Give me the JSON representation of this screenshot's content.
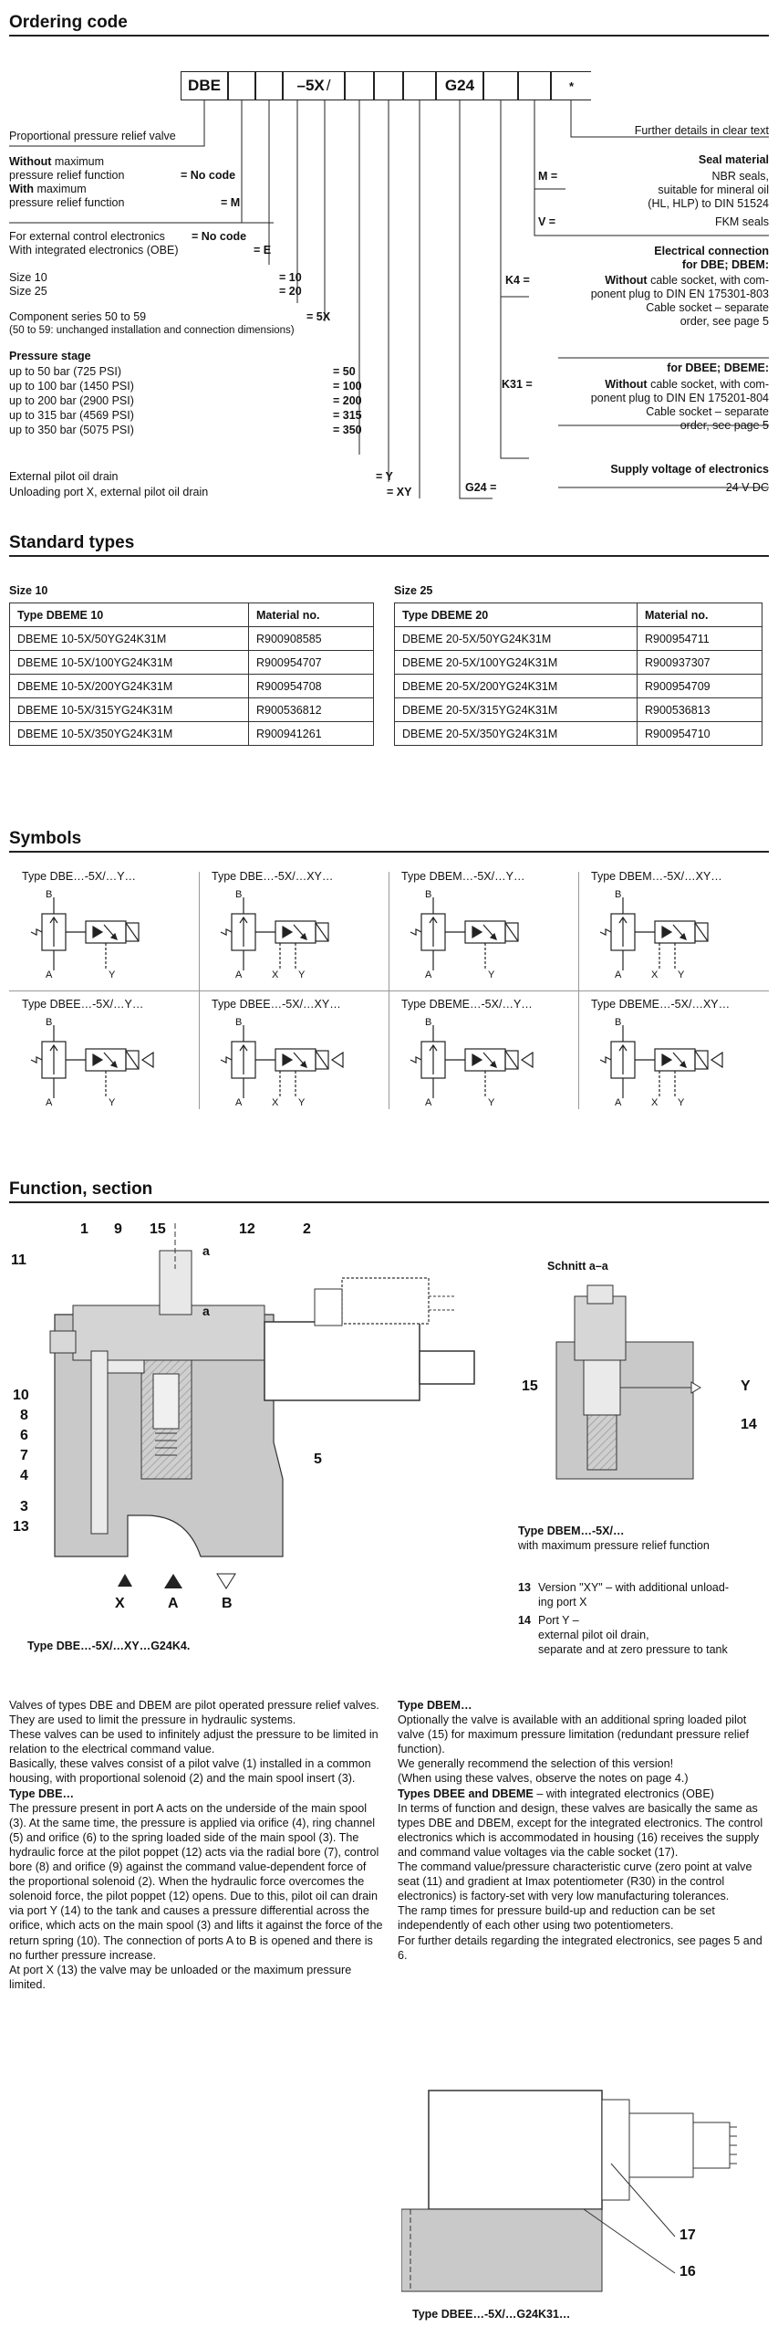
{
  "ordering": {
    "title": "Ordering code",
    "codes": [
      "DBE",
      "",
      "",
      "–5X",
      "/",
      "",
      "G24",
      "",
      "",
      "*"
    ],
    "left": {
      "proportional": "Proportional pressure relief valve",
      "without_l1": "Without",
      "without_l1b": " maximum",
      "without_l2": "pressure relief function",
      "without_code": "= No code",
      "with_l1": "With",
      "with_l1b": " maximum",
      "with_l2": "pressure relief function",
      "with_code": "= M",
      "ext_control": "For external control electronics",
      "ext_control_code": "= No code",
      "obe": "With integrated electronics (OBE)",
      "obe_code": "= E",
      "size10": "Size 10",
      "size10_code": "= 10",
      "size25": "Size 25",
      "size25_code": "= 20",
      "component": "Component series 50 to 59",
      "component_code": "= 5X",
      "component_note": "(50 to 59: unchanged installation and connection dimensions)",
      "pressure_stage": "Pressure stage",
      "stages": [
        {
          "label": "up to  50 bar (725 PSI)",
          "code": "= 50"
        },
        {
          "label": "up to 100 bar (1450 PSI)",
          "code": "= 100"
        },
        {
          "label": "up to 200 bar (2900 PSI)",
          "code": "= 200"
        },
        {
          "label": "up to 315 bar (4569 PSI)",
          "code": "= 315"
        },
        {
          "label": "up to 350 bar (5075 PSI)",
          "code": "= 350"
        }
      ],
      "ext_drain": "External pilot oil drain",
      "ext_drain_code": "= Y",
      "unloading": "Unloading port X, external pilot oil drain",
      "unloading_code": "= XY"
    },
    "right": {
      "further": "Further details in clear text",
      "seal_title": "Seal material",
      "m_key": "M =",
      "m_l1": "NBR seals,",
      "m_l2": "suitable for mineral oil",
      "m_l3": "(HL, HLP) to DIN 51524",
      "v_key": "V =",
      "v_l1": "FKM seals",
      "elec_title": "Electrical connection",
      "elec_sub1": "for DBE; DBEM:",
      "k4_key": "K4 =",
      "k4_l1a": "Without",
      "k4_l1b": " cable socket, with com-",
      "k4_l2": "ponent plug to DIN EN 175301-803",
      "k4_l3": "Cable socket – separate",
      "k4_l4": "order, see page 5",
      "elec_sub2": "for DBEE; DBEME:",
      "k31_key": "K31 =",
      "k31_l1a": "Without",
      "k31_l1b": " cable socket, with com-",
      "k31_l2": "ponent plug to DIN EN 175201-804",
      "k31_l3": "Cable socket – separate",
      "k31_l4": "order, see page 5",
      "supply_title": "Supply voltage of electronics",
      "g24_key": "G24 =",
      "g24_val": "24 V DC"
    }
  },
  "standard": {
    "title": "Standard types",
    "size10_label": "Size 10",
    "size25_label": "Size 25",
    "table10": {
      "headers": [
        "Type DBEME 10",
        "Material no."
      ],
      "rows": [
        [
          "DBEME 10-5X/50YG24K31M",
          "R900908585"
        ],
        [
          "DBEME 10-5X/100YG24K31M",
          "R900954707"
        ],
        [
          "DBEME 10-5X/200YG24K31M",
          "R900954708"
        ],
        [
          "DBEME 10-5X/315YG24K31M",
          "R900536812"
        ],
        [
          "DBEME 10-5X/350YG24K31M",
          "R900941261"
        ]
      ]
    },
    "table25": {
      "headers": [
        "Type DBEME 20",
        "Material no."
      ],
      "rows": [
        [
          "DBEME 20-5X/50YG24K31M",
          "R900954711"
        ],
        [
          "DBEME 20-5X/100YG24K31M",
          "R900937307"
        ],
        [
          "DBEME 20-5X/200YG24K31M",
          "R900954709"
        ],
        [
          "DBEME 20-5X/315YG24K31M",
          "R900536813"
        ],
        [
          "DBEME 20-5X/350YG24K31M",
          "R900954710"
        ]
      ]
    }
  },
  "symbols": {
    "title": "Symbols",
    "cells": [
      {
        "label": "Type DBE…-5X/…Y…",
        "xy": false
      },
      {
        "label": "Type DBE…-5X/…XY…",
        "xy": true
      },
      {
        "label": "Type DBEM…-5X/…Y…",
        "xy": false
      },
      {
        "label": "Type DBEM…-5X/…XY…",
        "xy": true
      },
      {
        "label": "Type DBEE…-5X/…Y…",
        "xy": false
      },
      {
        "label": "Type DBEE…-5X/…XY…",
        "xy": true
      },
      {
        "label": "Type DBEME…-5X/…Y…",
        "xy": false
      },
      {
        "label": "Type DBEME…-5X/…XY…",
        "xy": true
      }
    ],
    "port_a": "A",
    "port_b": "B",
    "port_x": "X",
    "port_y": "Y"
  },
  "function": {
    "title": "Function, section",
    "callouts": [
      "1",
      "9",
      "15",
      "12",
      "2",
      "11",
      "10",
      "8",
      "6",
      "7",
      "4",
      "3",
      "13",
      "5",
      "a",
      "a"
    ],
    "ports": [
      "X",
      "A",
      "B"
    ],
    "caption_main": "Type DBE…-5X/…XY…G24K4.",
    "schnitt": "Schnitt a–a",
    "sect_15": "15",
    "sect_14": "14",
    "sect_y": "Y",
    "sect_caption1": "Type DBEM…-5X/…",
    "sect_caption2": "with maximum pressure relief function",
    "note13_num": "13",
    "note13_text": "Version \"XY\" – with additional unload-",
    "note13_text2": "ing port X",
    "note14_num": "14",
    "note14_text": "Port Y –",
    "note14_text2": "external pilot oil drain,",
    "note14_text3": "separate and at zero pressure to tank"
  },
  "body": {
    "left": [
      "Valves of types DBE and DBEM are pilot operated pressure relief valves. They are used to limit the pressure in hydraulic systems.",
      "These valves can be used to infinitely adjust the pressure to be limited in relation to the electrical command value.",
      "Basically, these valves consist of a pilot valve (1) installed in a common housing, with proportional solenoid (2) and the main spool insert (3).",
      "Type DBE…",
      "The pressure present in port A acts on the underside of the main spool (3). At the same time, the pressure is applied via orifice (4), ring channel (5) and orifice (6) to the spring loaded side of the main spool (3). The hydraulic force at the pilot poppet (12) acts via the radial bore (7), control bore (8) and orifice (9) against the command value-dependent force of the proportional solenoid (2). When the hydraulic force overcomes the solenoid force, the pilot poppet (12) opens. Due to this, pilot oil can drain via port Y (14) to the tank and causes a pressure differential across the orifice, which acts on the main spool (3) and lifts it against the force of the return spring (10). The connection of ports A to B is opened and there is no further pressure increase.",
      "At port X (13) the valve may be unloaded or the maximum pressure limited."
    ],
    "right": [
      "Type DBEM…",
      "Optionally the valve is available with an additional spring loaded pilot valve (15) for maximum pressure limitation (redundant pressure relief function).",
      "We generally recommend the selection of this version!",
      "(When using these valves, observe the notes on page 4.)",
      "Types DBEE and DBEME",
      " – with integrated electronics (OBE)",
      "In terms of function and design, these valves are basically the same as types DBE and DBEM, except for the integrated electronics. The control electronics which is accommodated in housing (16) receives the supply and command value voltages via the cable socket (17).",
      "The command value/pressure characteristic curve (zero point at valve seat (11) and gradient at Imax potentiometer (R30) in the control electronics) is factory-set with very low manufacturing tolerances.",
      "The ramp times for pressure build-up and reduction can be set independently of each other using two potentiometers.",
      "For further details regarding the integrated electronics, see pages 5 and 6."
    ]
  },
  "bottom_figure": {
    "label17": "17",
    "label16": "16",
    "caption": "Type DBEE…-5X/…G24K31…"
  },
  "colors": {
    "ink": "#111111",
    "gray_body": "#c8c8c8",
    "gray_dark": "#8a8a8a",
    "gray_light": "#e6e6e6"
  }
}
